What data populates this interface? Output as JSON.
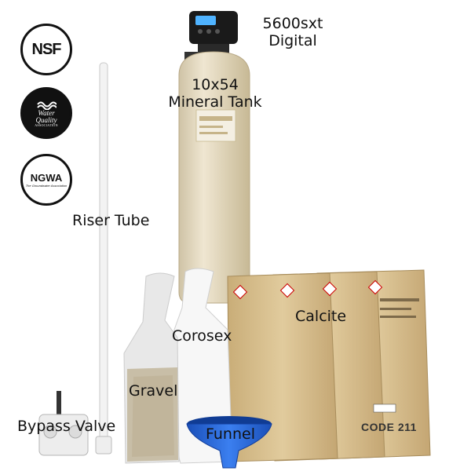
{
  "badges": {
    "nsf": "NSF",
    "wqa_line1": "Water",
    "wqa_line2": "Quality",
    "wqa_line3": "ASSOCIATION",
    "ngwa": "NGWA",
    "ngwa_sub": "The Groundwater Association"
  },
  "labels": {
    "valve_line1": "5600sxt",
    "valve_line2": "Digital",
    "tank_line1": "10x54",
    "tank_line2": "Mineral Tank",
    "riser": "Riser Tube",
    "corosex": "Corosex",
    "calcite": "Calcite",
    "gravel": "Gravel",
    "bypass": "Bypass Valve",
    "funnel": "Funnel"
  },
  "bag_print": {
    "code": "CODE 211"
  },
  "colors": {
    "tank": "#e7dcc2",
    "bag": "#d8bf8e",
    "funnel": "#1f5fd6",
    "gravel": "#c9bfa8"
  }
}
